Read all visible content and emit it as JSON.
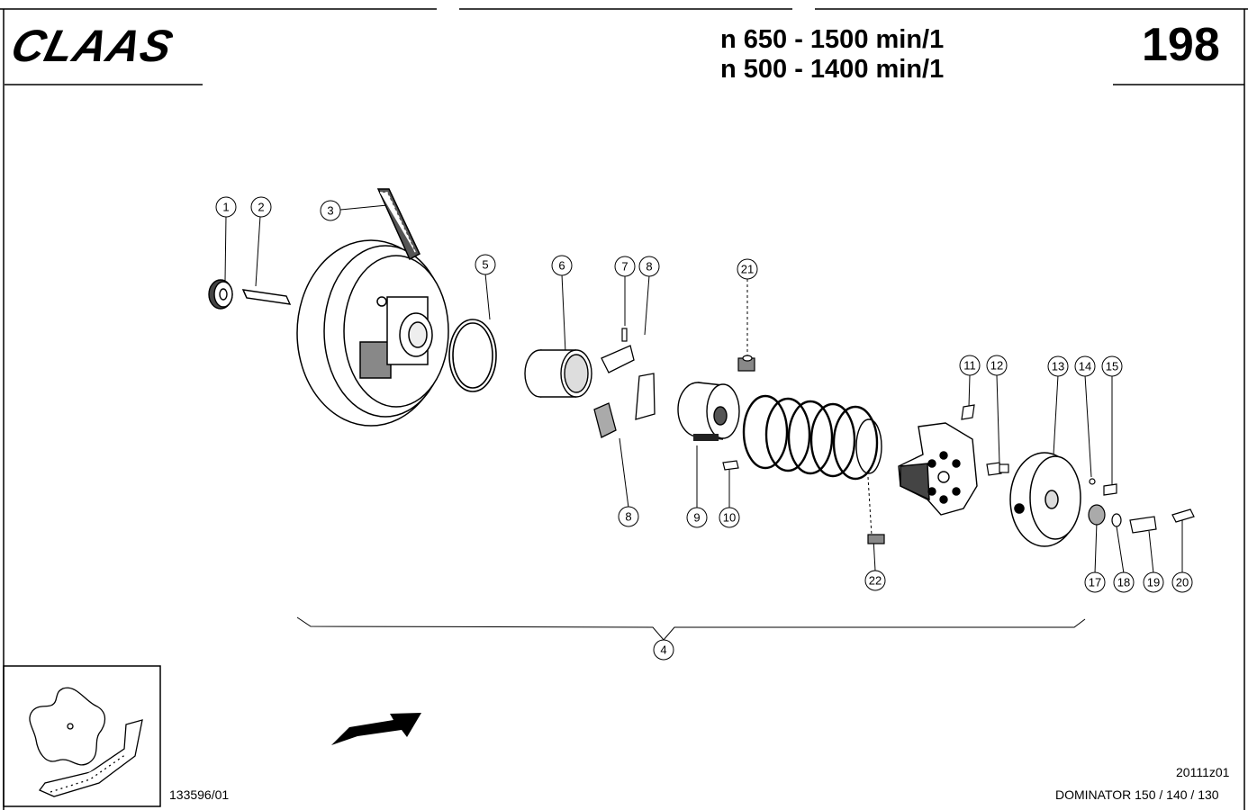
{
  "header": {
    "brand": "CLAAS",
    "speed_line_1": "n 650 - 1500 min/1",
    "speed_line_2": "n 500 - 1400 min/1",
    "page_number": "198"
  },
  "callouts": [
    "1",
    "2",
    "3",
    "5",
    "6",
    "7",
    "8",
    "8",
    "9",
    "10",
    "21",
    "22",
    "11",
    "12",
    "13",
    "14",
    "15",
    "17",
    "18",
    "19",
    "20",
    "4"
  ],
  "footer": {
    "drawing_number": "133596/01",
    "ref_code": "20111z01",
    "model": "DOMINATOR 150 / 140 / 130"
  }
}
